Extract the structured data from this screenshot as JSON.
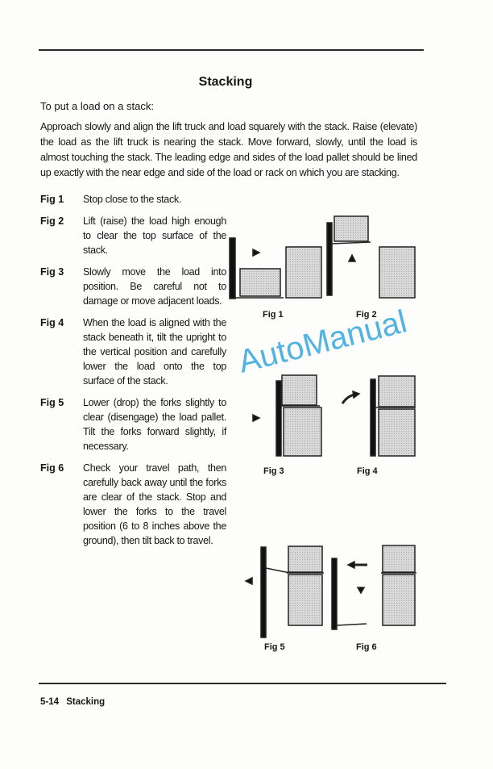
{
  "title": "Stacking",
  "intro": "To put a load on a stack:",
  "paragraph": "Approach slowly and align the lift truck and load squarely with the stack. Raise (elevate) the load as the lift truck is nearing the stack. Move forward, slowly, until the load is almost touching the stack. The leading edge and sides of the load pallet should be lined up exactly with the near edge and side of the load or rack on which you are stacking.",
  "steps": [
    {
      "label": "Fig 1",
      "text": "Stop close to the stack."
    },
    {
      "label": "Fig 2",
      "text": "Lift (raise) the load high enough to clear the top surface of the stack."
    },
    {
      "label": "Fig 3",
      "text": "Slowly move the load into position. Be careful not to damage or move adjacent loads."
    },
    {
      "label": "Fig 4",
      "text": "When the load is aligned with the stack beneath it, tilt the upright to the vertical position and carefully lower the load onto the top surface of the stack."
    },
    {
      "label": "Fig 5",
      "text": "Lower (drop) the forks slightly to clear (disengage) the load pallet. Tilt the forks forward slightly, if necessary."
    },
    {
      "label": "Fig 6",
      "text": "Check your travel path, then carefully back away until the forks are clear of the stack. Stop and lower the forks to the travel position (6 to 8 inches above the ground), then tilt back to travel."
    }
  ],
  "figure_captions": [
    "Fig 1",
    "Fig 2",
    "Fig 3",
    "Fig 4",
    "Fig 5",
    "Fig 6"
  ],
  "footer": {
    "page": "5-14",
    "section": "Stacking"
  },
  "watermark": "AutoManual"
}
